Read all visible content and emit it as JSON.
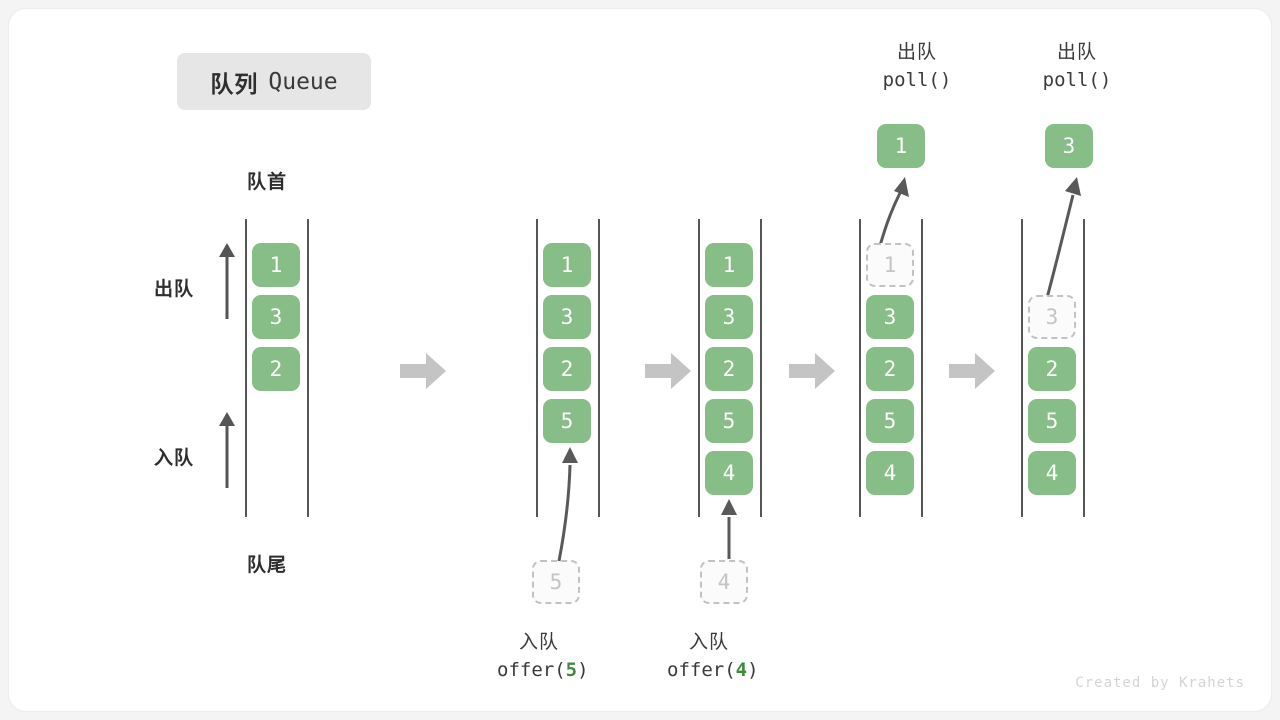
{
  "title": {
    "cn": "队列",
    "en": "Queue"
  },
  "labels": {
    "head": "队首",
    "tail": "队尾",
    "dequeue_side": "出队",
    "enqueue_side": "入队"
  },
  "footer": "Created by Krahets",
  "colors": {
    "cell_green": "#87bd86",
    "ghost_border": "#c2c2c2",
    "ghost_text": "#c4c4c4",
    "rail": "#555555",
    "arrow_gray": "#c4c4c4",
    "curve_arrow": "#595959",
    "text_dark": "#2e2e2e",
    "chip_bg": "#e6e6e6",
    "accent_green_text": "#3c8c3c"
  },
  "stages": [
    {
      "name": "initial",
      "cells": [
        "1",
        "3",
        "2"
      ],
      "ghost_index": -1,
      "pop_value": null,
      "incoming_value": null
    },
    {
      "name": "after-offer-5",
      "cells": [
        "1",
        "3",
        "2",
        "5"
      ],
      "ghost_index": -1,
      "pop_value": null,
      "incoming_value": "5"
    },
    {
      "name": "after-offer-4",
      "cells": [
        "1",
        "3",
        "2",
        "5",
        "4"
      ],
      "ghost_index": -1,
      "pop_value": null,
      "incoming_value": "4"
    },
    {
      "name": "poll-1",
      "cells": [
        "1",
        "3",
        "2",
        "5",
        "4"
      ],
      "ghost_index": 0,
      "pop_value": "1",
      "incoming_value": null
    },
    {
      "name": "poll-3",
      "cells": [
        "",
        "3",
        "2",
        "5",
        "4"
      ],
      "ghost_index": 1,
      "pop_value": "3",
      "incoming_value": null
    }
  ],
  "operations": {
    "offer_5": {
      "cn": "入队",
      "code_prefix": "offer(",
      "code_value": "5",
      "code_suffix": ")"
    },
    "offer_4": {
      "cn": "入队",
      "code_prefix": "offer(",
      "code_value": "4",
      "code_suffix": ")"
    },
    "poll_1": {
      "cn": "出队",
      "code": "poll()"
    },
    "poll_2": {
      "cn": "出队",
      "code": "poll()"
    }
  }
}
